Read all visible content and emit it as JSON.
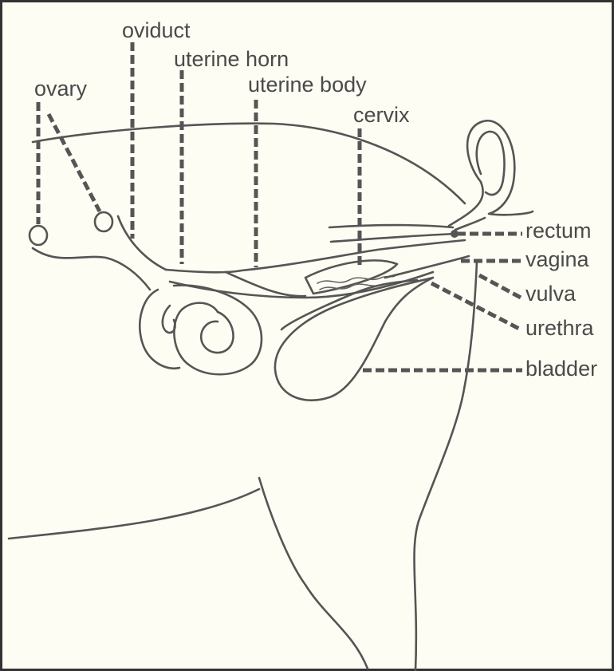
{
  "diagram": {
    "labels": {
      "ovary": "ovary",
      "oviduct": "oviduct",
      "uterine_horn": "uterine horn",
      "uterine_body": "uterine body",
      "cervix": "cervix",
      "rectum": "rectum",
      "vagina": "vagina",
      "vulva": "vulva",
      "urethra": "urethra",
      "bladder": "bladder"
    },
    "colors": {
      "background": "#fdfdf3",
      "line": "#555555",
      "text": "#4a4a4a"
    }
  }
}
